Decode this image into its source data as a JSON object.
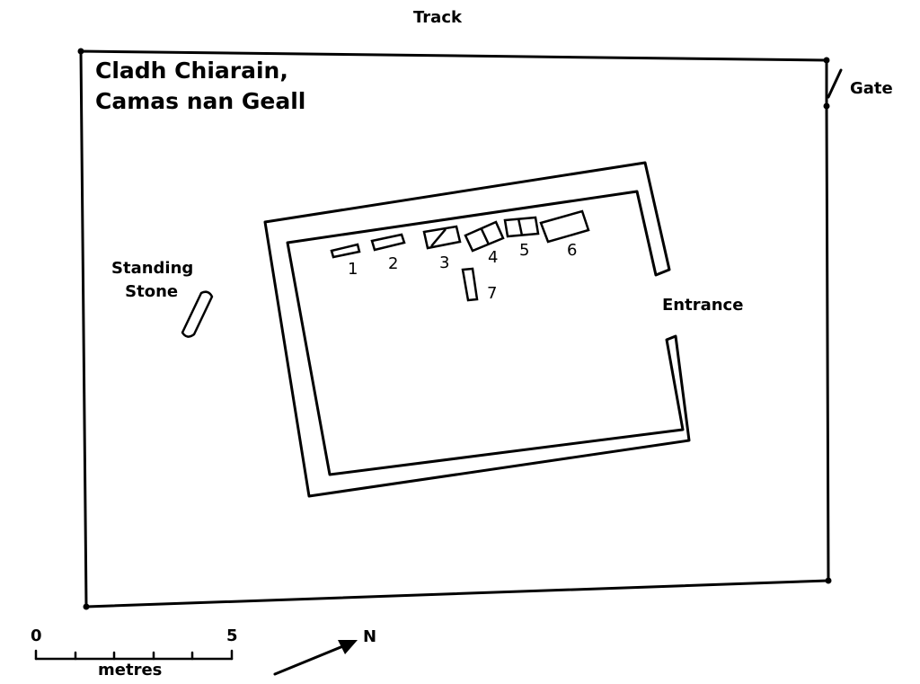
{
  "title": {
    "line1": "Cladh Chiarain,",
    "line2": "Camas nan Geall"
  },
  "labels": {
    "track": "Track",
    "gate": "Gate",
    "standing_stone_line1": "Standing",
    "standing_stone_line2": "Stone",
    "entrance": "Entrance",
    "north": "N"
  },
  "stones": [
    {
      "number": "1"
    },
    {
      "number": "2"
    },
    {
      "number": "3"
    },
    {
      "number": "4"
    },
    {
      "number": "5"
    },
    {
      "number": "6"
    },
    {
      "number": "7"
    }
  ],
  "scale_bar": {
    "start": "0",
    "end": "5",
    "unit": "metres",
    "divisions": 5
  },
  "colors": {
    "ink": "#000000",
    "paper": "#ffffff"
  }
}
